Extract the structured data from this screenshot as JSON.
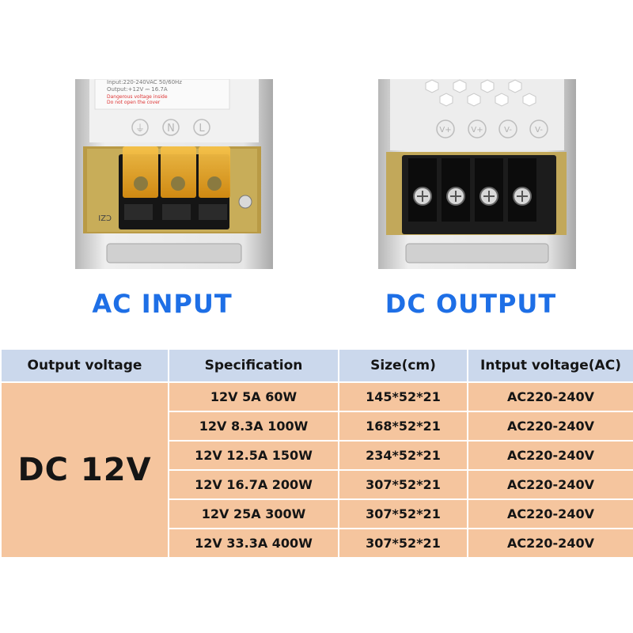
{
  "captions": {
    "ac": "AC INPUT",
    "dc": "DC OUTPUT"
  },
  "ac_photo": {
    "label_lines": [
      "Input:220-240VAC 50/60Hz",
      "Output:+12V ⎓ 16.7A",
      "Dangerous voltage inside",
      "Do not open the cover"
    ],
    "terminals": [
      "⏚",
      "N",
      "L"
    ],
    "board_mark": "CZI"
  },
  "dc_photo": {
    "terminals": [
      "V+",
      "V+",
      "V-",
      "V-"
    ]
  },
  "colors": {
    "caption": "#1e6fe6",
    "header_bg": "#cbd8ec",
    "row_bg": "#f5c59e"
  },
  "table": {
    "headers": [
      "Output voltage",
      "Specification",
      "Size(cm)",
      "Intput voltage(AC)"
    ],
    "voltage": "DC 12V",
    "rows": [
      {
        "spec": "12V 5A 60W",
        "size": "145*52*21",
        "input": "AC220-240V"
      },
      {
        "spec": "12V 8.3A 100W",
        "size": "168*52*21",
        "input": "AC220-240V"
      },
      {
        "spec": "12V 12.5A 150W",
        "size": "234*52*21",
        "input": "AC220-240V"
      },
      {
        "spec": "12V 16.7A 200W",
        "size": "307*52*21",
        "input": "AC220-240V"
      },
      {
        "spec": "12V 25A 300W",
        "size": "307*52*21",
        "input": "AC220-240V"
      },
      {
        "spec": "12V 33.3A 400W",
        "size": "307*52*21",
        "input": "AC220-240V"
      }
    ]
  }
}
